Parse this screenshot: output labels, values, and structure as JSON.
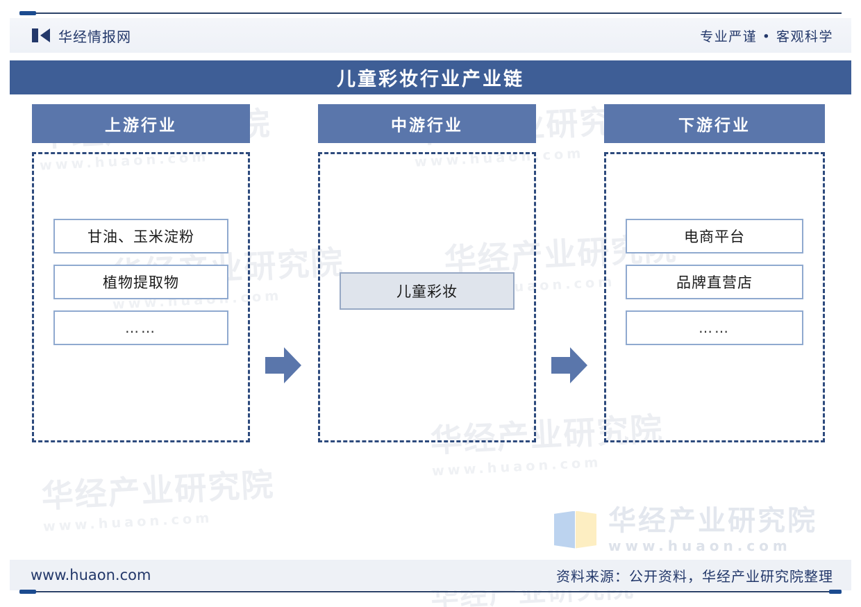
{
  "header": {
    "brand_name": "华经情报网",
    "brand_icon": "book-logo-icon",
    "tagline": "专业严谨 • 客观科学"
  },
  "title_bar": {
    "title": "儿童彩妆行业产业链"
  },
  "chain": {
    "columns": [
      {
        "id": "upstream",
        "head_label": "上游行业",
        "items": [
          {
            "label": "甘油、玉米淀粉",
            "style": "plain"
          },
          {
            "label": "植物提取物",
            "style": "plain"
          },
          {
            "label": "……",
            "style": "ellipsis"
          }
        ]
      },
      {
        "id": "midstream",
        "head_label": "中游行业",
        "items": [
          {
            "label": "儿童彩妆",
            "style": "filled"
          }
        ]
      },
      {
        "id": "downstream",
        "head_label": "下游行业",
        "items": [
          {
            "label": "电商平台",
            "style": "plain"
          },
          {
            "label": "品牌直营店",
            "style": "plain"
          },
          {
            "label": "……",
            "style": "ellipsis"
          }
        ]
      }
    ],
    "arrows": [
      {
        "id": "arrow-upstream-to-midstream",
        "icon": "arrow-right-icon"
      },
      {
        "id": "arrow-midstream-to-downstream",
        "icon": "arrow-right-icon"
      }
    ]
  },
  "watermarks": {
    "text": "华经产业研究院",
    "url": "www.huaon.com",
    "instances": [
      "华经产业研究院",
      "华经产业研究院",
      "华经产业研究院",
      "华经产业研究院",
      "华经产业研究院",
      "华经产业研究院",
      "华经产业研究院"
    ]
  },
  "corner_brand": {
    "name": "华经产业研究院",
    "url": "www.huaon.com",
    "logo_icon": "open-book-logo-icon"
  },
  "footer": {
    "url": "www.huaon.com",
    "source": "资料来源：公开资料，华经产业研究院整理"
  },
  "colors": {
    "title_bar": "#3e5e96",
    "column_head": "#5a76ab",
    "dashed_border": "#2d4a7d",
    "node_border": "#8fa9cf",
    "node_filled_bg": "#dfe4ec",
    "arrow": "#5a76ab",
    "brand_navy": "#23386a",
    "band_bg": "#eef1f6"
  }
}
